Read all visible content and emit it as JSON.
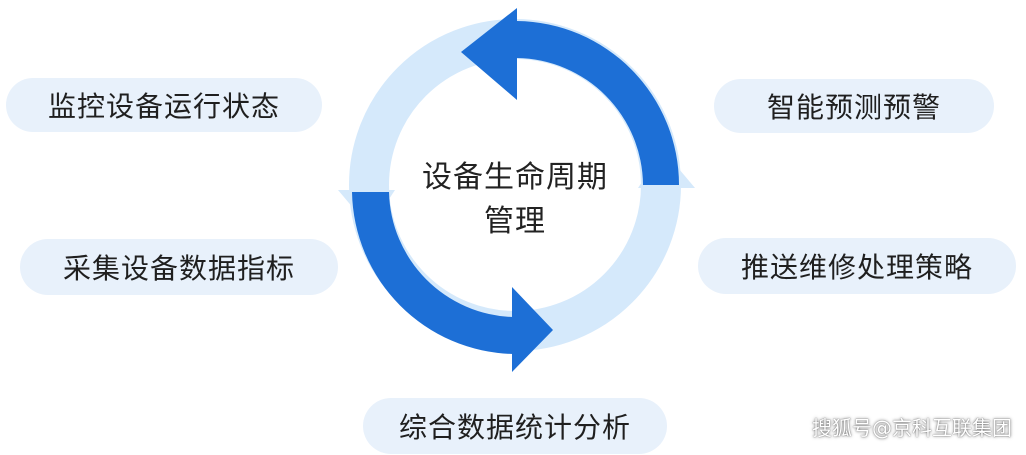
{
  "diagram": {
    "center_title_line1": "设备生命周期",
    "center_title_line2": "管理",
    "stages": {
      "monitor": "监控设备运行状态",
      "collect": "采集设备数据指标",
      "predict": "智能预测预警",
      "push": "推送维修处理策略",
      "analyze": "综合数据统计分析"
    },
    "colors": {
      "arrow_dark": "#1d6fd6",
      "arrow_light": "#d5e9fb",
      "pill_bg": "#e8f1fb"
    }
  },
  "watermark": "搜狐号@京科互联集团"
}
